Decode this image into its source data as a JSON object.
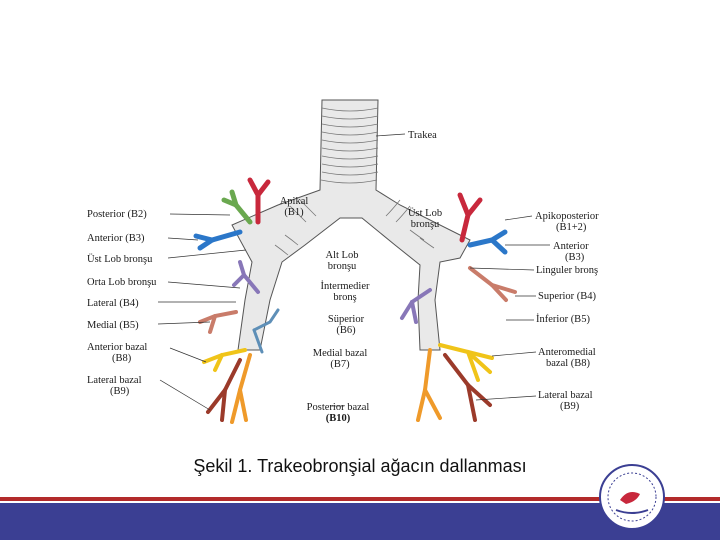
{
  "caption": "Şekil 1. Trakeobronşial ağacın dallanması",
  "colors": {
    "bronchus": "#e8e8e8",
    "apical": "#c8283c",
    "posterior": "#6aa84f",
    "anterior": "#2b77c9",
    "medial_lobe": "#8877b8",
    "lateral_medial": "#c97c6a",
    "anterior_basal": "#f0c419",
    "lateral_basal": "#9b3a2a",
    "posterior_basal": "#ef9a2a",
    "footer_red": "#b22a2a",
    "footer_blue": "#3b3f93"
  },
  "diagram": {
    "center_labels": {
      "trakea": "Trakea",
      "apikal": "Apikal",
      "b1": "(B1)",
      "alt_lob": "Alt Lob",
      "alt_lob2": "bronşu",
      "intermedier": "İntermedier",
      "intermedier2": "bronş",
      "superior": "Süperior",
      "b6": "(B6)",
      "medial_bazal": "Medial bazal",
      "b7": "(B7)",
      "posterior_bazal": "Posterior bazal",
      "b10": "(B10)",
      "ust_lob_r": "Üst Lob",
      "ust_lob_r2": "bronşu"
    },
    "left_labels": {
      "posterior": "Posterior (B2)",
      "anterior": "Anterior (B3)",
      "ust_lob": "Üst Lob bronşu",
      "orta_lob": "Orta Lob bronşu",
      "lateral": "Lateral (B4)",
      "medial": "Medial (B5)",
      "anterior_bazal": "Anterior bazal",
      "b8": "(B8)",
      "lateral_bazal": "Lateral bazal",
      "b9": "(B9)"
    },
    "right_labels": {
      "apikoposterior": "Apikoposterior",
      "b12": "(B1+2)",
      "anterior": "Anterior",
      "b3": "(B3)",
      "linguler": "Linguler bronş",
      "superior": "Superior (B4)",
      "inferior": "İnferior (B5)",
      "anteromedial": "Anteromedial",
      "anteromedial2": "bazal (B8)",
      "lateral_bazal": "Lateral bazal",
      "b9": "(B9)"
    }
  }
}
